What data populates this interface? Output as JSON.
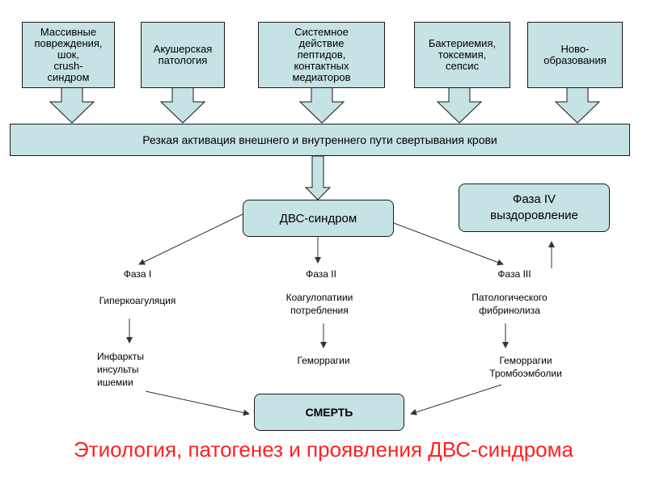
{
  "causes": [
    "Массивные\nповреждения,\nшок,\ncrush-\nсиндром",
    "Акушерская\nпатология",
    "Системное\nдействие\nпептидов,\nконтактных\nмедиаторов",
    "Бактериемия,\nтоксемия,\nсепсис",
    "Ново-\nобразования"
  ],
  "activation": "Резкая активация внешнего и внутреннего пути свертывания крови",
  "dic": "ДВС-синдром",
  "phase4": "Фаза IV\nвыздоровление",
  "phases": [
    {
      "name": "Фаза I",
      "state": "Гиперкоагуляция",
      "outcome": "Инфаркты\nинсульты\nишемии"
    },
    {
      "name": "Фаза II",
      "state": "Коагулопатиии\nпотребления",
      "outcome": "Геморрагии"
    },
    {
      "name": "Фаза III",
      "state": "Патологического\nфибринолиза",
      "outcome": "Геморрагии\nТромбоэмболии"
    }
  ],
  "death": "СМЕРТЬ",
  "title": "Этиология, патогенез и проявления ДВС-синдрома",
  "colors": {
    "box_fill": "#c5e2e4",
    "title": "#ff2020",
    "line": "#333333"
  }
}
